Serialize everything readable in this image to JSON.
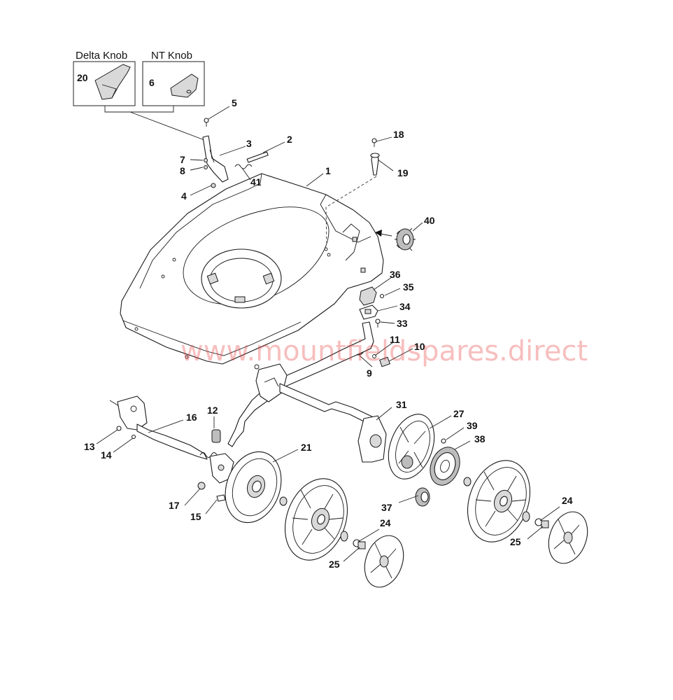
{
  "inset_headers": {
    "delta_knob": "Delta Knob",
    "nt_knob": "NT Knob"
  },
  "watermark": "www.mountfieldspares.direct",
  "callouts": {
    "p1": "1",
    "p2": "2",
    "p3": "3",
    "p4": "4",
    "p5": "5",
    "p6": "6",
    "p7": "7",
    "p8": "8",
    "p9": "9",
    "p10": "10",
    "p11": "11",
    "p12": "12",
    "p13": "13",
    "p14": "14",
    "p15": "15",
    "p16": "16",
    "p17": "17",
    "p18": "18",
    "p19": "19",
    "p20": "20",
    "p21": "21",
    "p24a": "24",
    "p24b": "24",
    "p25a": "25",
    "p25b": "25",
    "p27": "27",
    "p31": "31",
    "p33": "33",
    "p34": "34",
    "p35": "35",
    "p36": "36",
    "p37": "37",
    "p38": "38",
    "p39": "39",
    "p40": "40",
    "p41": "41"
  },
  "colors": {
    "line": "#1a1a1a",
    "watermark": "#e63b3b",
    "shade": "#d9d9d9"
  }
}
